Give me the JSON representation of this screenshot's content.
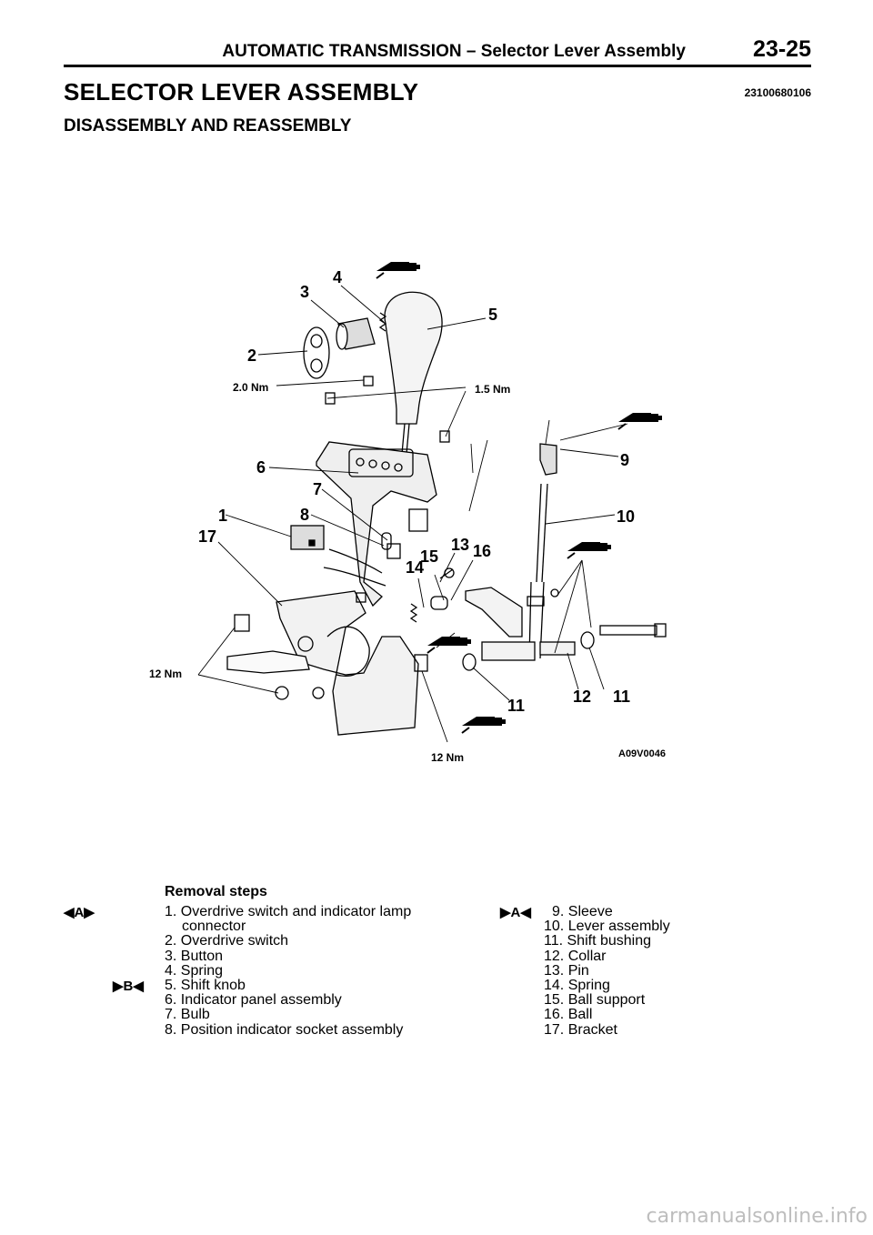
{
  "header": {
    "title": "AUTOMATIC TRANSMISSION – Selector Lever Assembly",
    "page": "23-25"
  },
  "section": {
    "title": "SELECTOR LEVER ASSEMBLY",
    "code": "23100680106",
    "subtitle": "DISASSEMBLY AND REASSEMBLY"
  },
  "diagram": {
    "figure_code": "A09V0046",
    "callouts": [
      "1",
      "2",
      "3",
      "4",
      "5",
      "6",
      "7",
      "8",
      "9",
      "10",
      "11",
      "11",
      "12",
      "13",
      "14",
      "15",
      "16",
      "17"
    ],
    "torques": [
      "2.0 Nm",
      "1.5 Nm",
      "12 Nm",
      "12 Nm"
    ],
    "grease_icon": "grease-gun-icon"
  },
  "removal": {
    "heading": "Removal steps",
    "left_steps": [
      "1. Overdrive switch and indicator lamp",
      "connector",
      "2. Overdrive switch",
      "3. Button",
      "4. Spring",
      "5. Shift knob",
      "6. Indicator panel assembly",
      "7. Bulb",
      "8. Position indicator socket assembly"
    ],
    "right_steps": [
      "9. Sleeve",
      "10. Lever assembly",
      "11. Shift bushing",
      "12. Collar",
      "13. Pin",
      "14. Spring",
      "15. Ball support",
      "16. Ball",
      "17. Bracket"
    ],
    "marks": {
      "step1": "◀A▶",
      "step5": "▶B◀",
      "step9": "▶A◀"
    }
  },
  "footer": {
    "watermark": "carmanualsonline.info"
  }
}
